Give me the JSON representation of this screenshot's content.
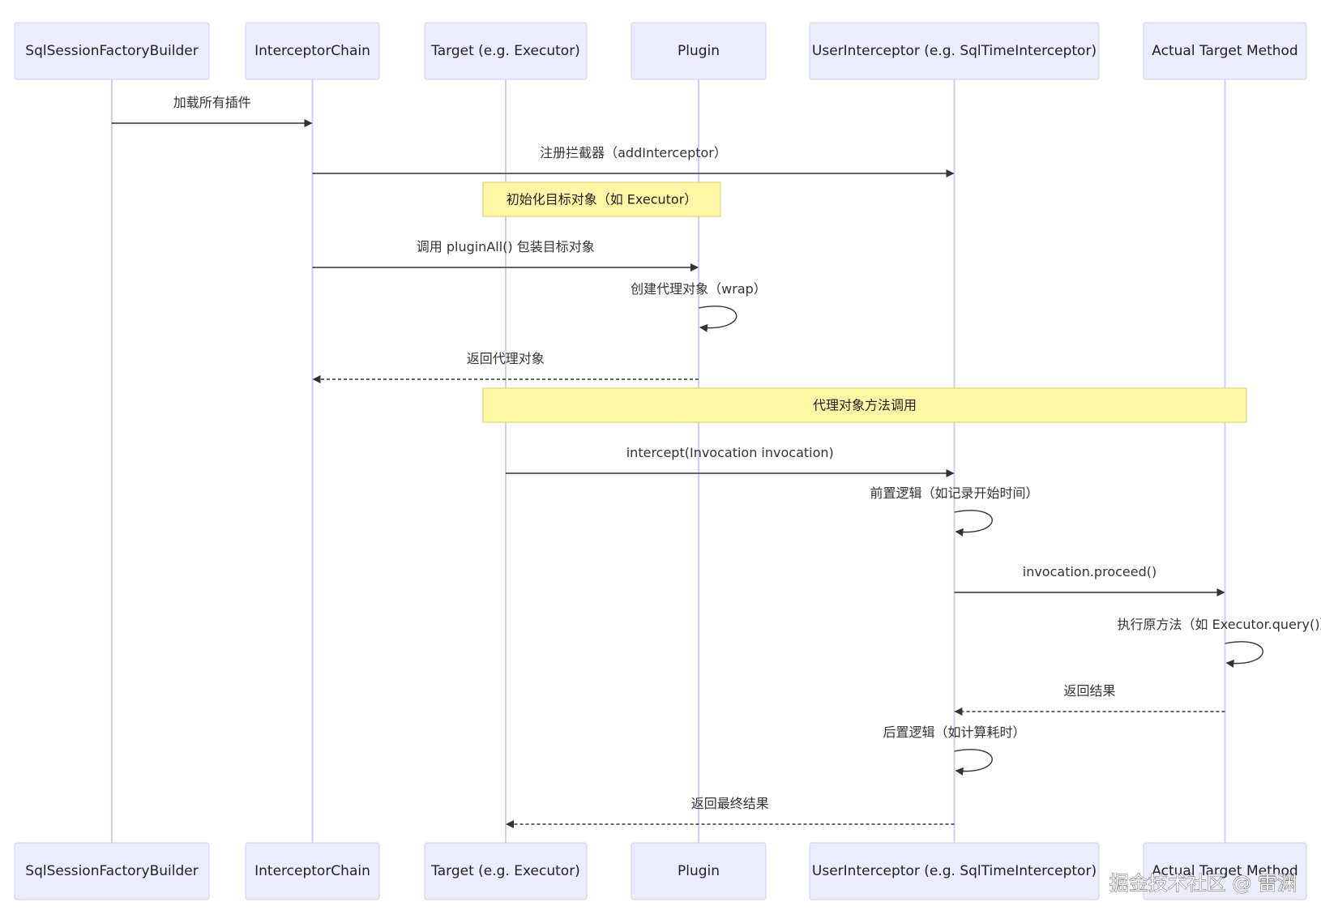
{
  "actors": [
    {
      "id": "builder",
      "label": "SqlSessionFactoryBuilder"
    },
    {
      "id": "chain",
      "label": "InterceptorChain"
    },
    {
      "id": "target",
      "label": "Target (e.g. Executor)"
    },
    {
      "id": "plugin",
      "label": "Plugin"
    },
    {
      "id": "user",
      "label": "UserInterceptor (e.g. SqlTimeInterceptor)"
    },
    {
      "id": "actual",
      "label": "Actual Target Method"
    }
  ],
  "messages": [
    {
      "from": "builder",
      "to": "chain",
      "label": "加载所有插件",
      "style": "solid"
    },
    {
      "from": "chain",
      "to": "user",
      "label": "注册拦截器（addInterceptor）",
      "style": "solid"
    },
    {
      "from": "chain",
      "to": "plugin",
      "label": "调用 pluginAll() 包装目标对象",
      "style": "solid"
    },
    {
      "from": "plugin",
      "to": "plugin",
      "label": "创建代理对象（wrap）",
      "style": "self"
    },
    {
      "from": "plugin",
      "to": "chain",
      "label": "返回代理对象",
      "style": "dashed"
    },
    {
      "from": "target",
      "to": "user",
      "label": "intercept(Invocation invocation)",
      "style": "solid"
    },
    {
      "from": "user",
      "to": "user",
      "label": "前置逻辑（如记录开始时间）",
      "style": "self"
    },
    {
      "from": "user",
      "to": "actual",
      "label": "invocation.proceed()",
      "style": "solid"
    },
    {
      "from": "actual",
      "to": "actual",
      "label": "执行原方法（如 Executor.query()）",
      "style": "self"
    },
    {
      "from": "actual",
      "to": "user",
      "label": "返回结果",
      "style": "dashed"
    },
    {
      "from": "user",
      "to": "user",
      "label": "后置逻辑（如计算耗时）",
      "style": "self"
    },
    {
      "from": "user",
      "to": "target",
      "label": "返回最终结果",
      "style": "dashed"
    }
  ],
  "notes": [
    {
      "label": "初始化目标对象（如 Executor）"
    },
    {
      "label": "代理对象方法调用"
    }
  ],
  "watermark": "掘金技术社区 @ 雷渊",
  "colors": {
    "actor_fill": "#ececff",
    "actor_border": "#cfcff5",
    "lifeline": "#d0d0ee",
    "note_fill": "#fff7a6",
    "note_border": "#d6cf6a",
    "arrow": "#333333"
  }
}
